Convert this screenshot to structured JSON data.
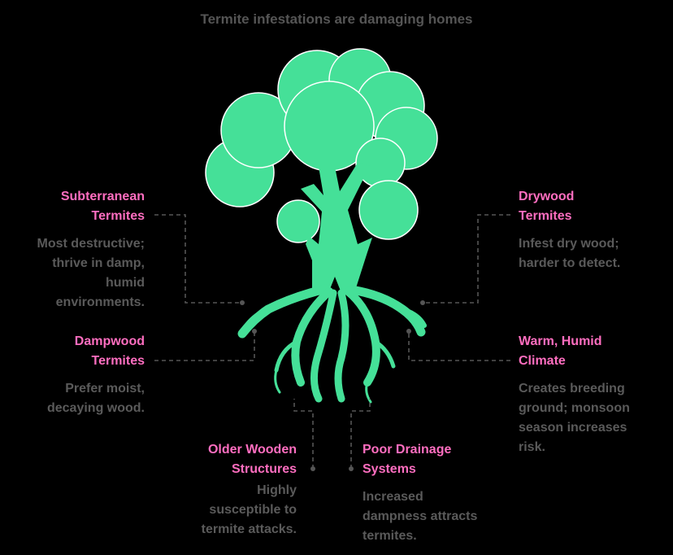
{
  "title": "Termite infestations are damaging homes",
  "colors": {
    "tree": "#45e098",
    "heading": "#ff6ec0",
    "text": "#5a5a5a",
    "connector": "#555555"
  },
  "items": [
    {
      "heading_lines": [
        "Subterranean",
        "Termites"
      ],
      "desc_lines": [
        "Most destructive;",
        "thrive in damp,",
        "humid",
        "environments."
      ]
    },
    {
      "heading_lines": [
        "Dampwood",
        "Termites"
      ],
      "desc_lines": [
        "Prefer moist,",
        "decaying wood."
      ]
    },
    {
      "heading_lines": [
        "Older Wooden",
        "Structures"
      ],
      "desc_lines": [
        "Highly",
        "susceptible to",
        "termite attacks."
      ]
    },
    {
      "heading_lines": [
        "Poor Drainage",
        "Systems"
      ],
      "desc_lines": [
        "Increased",
        "dampness attracts",
        "termites."
      ]
    },
    {
      "heading_lines": [
        "Drywood",
        "Termites"
      ],
      "desc_lines": [
        "Infest dry wood;",
        "harder to detect."
      ]
    },
    {
      "heading_lines": [
        "Warm, Humid",
        "Climate"
      ],
      "desc_lines": [
        "Creates breeding",
        "ground; monsoon",
        "season increases",
        "risk."
      ]
    }
  ]
}
